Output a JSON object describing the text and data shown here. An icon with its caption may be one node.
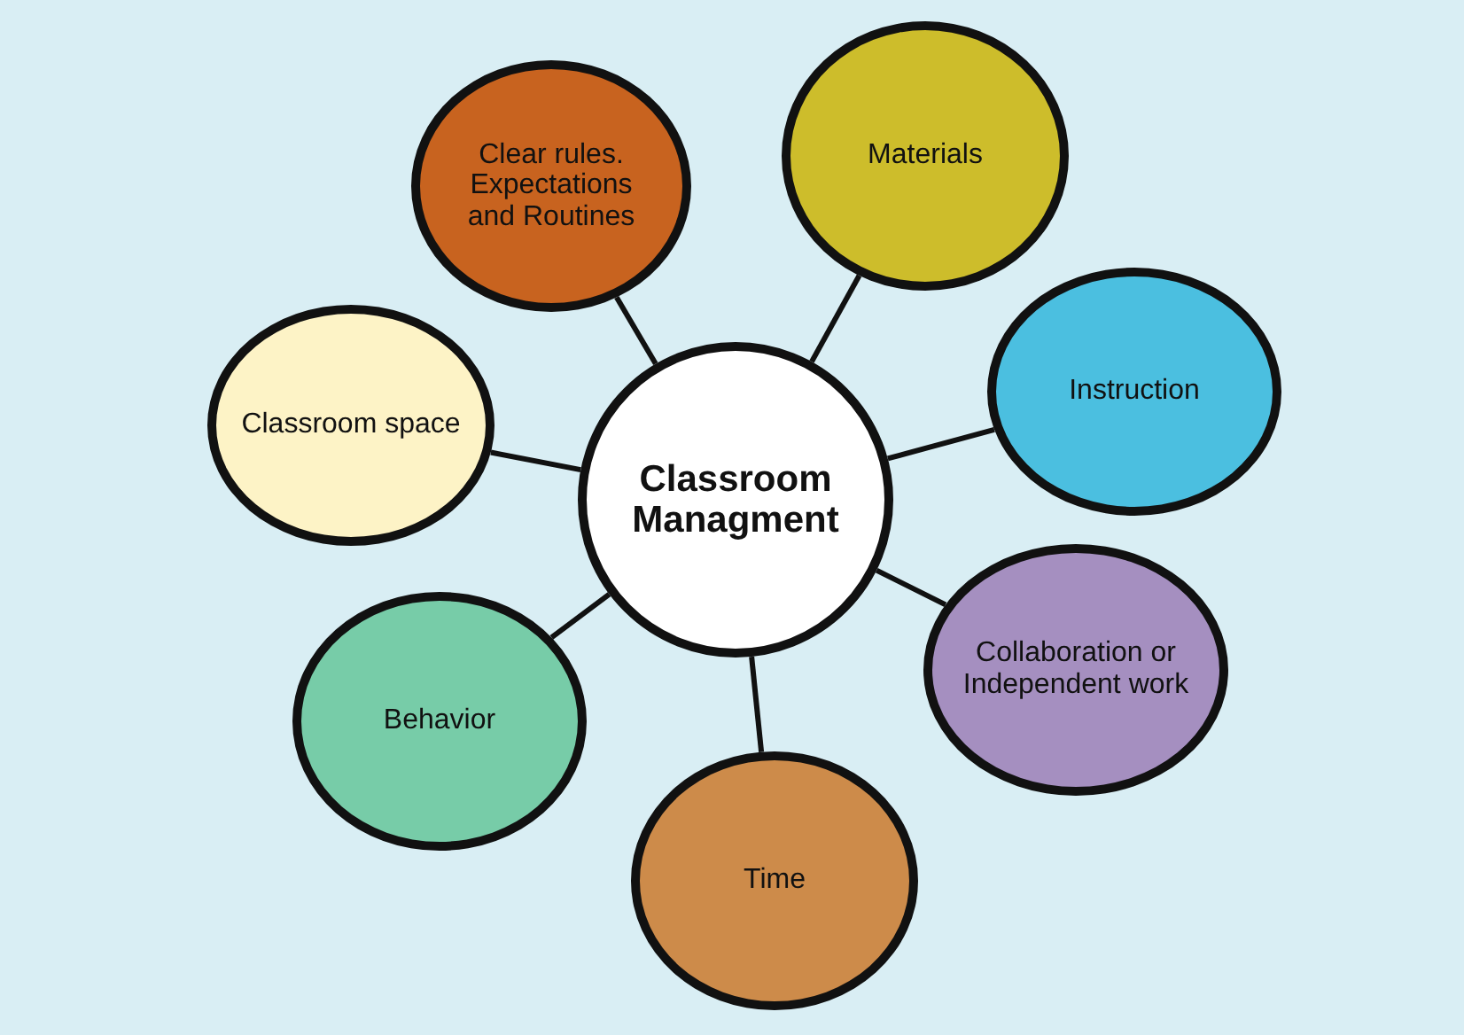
{
  "diagram": {
    "nodes": [
      {
        "text": [
          "Classroom Managment"
        ]
      },
      {
        "text": [
          "Clear rules. Expectations and Routines"
        ]
      },
      {
        "text": [
          "Materials"
        ]
      },
      {
        "text": [
          "Instruction"
        ]
      },
      {
        "text": [
          "Collaboration or Independent work"
        ]
      },
      {
        "text": [
          "Time"
        ]
      },
      {
        "text": [
          "Behavior"
        ]
      },
      {
        "text": [
          "Classroom space"
        ]
      }
    ],
    "edges": [
      {
        "from": 0,
        "to": 1,
        "arrow": "none"
      },
      {
        "from": 0,
        "to": 2,
        "arrow": "none"
      },
      {
        "from": 0,
        "to": 3,
        "arrow": "none"
      },
      {
        "from": 0,
        "to": 4,
        "arrow": "none"
      },
      {
        "from": 0,
        "to": 5,
        "arrow": "none"
      },
      {
        "from": 0,
        "to": 6,
        "arrow": "none"
      },
      {
        "from": 0,
        "to": 7,
        "arrow": "none"
      }
    ]
  }
}
